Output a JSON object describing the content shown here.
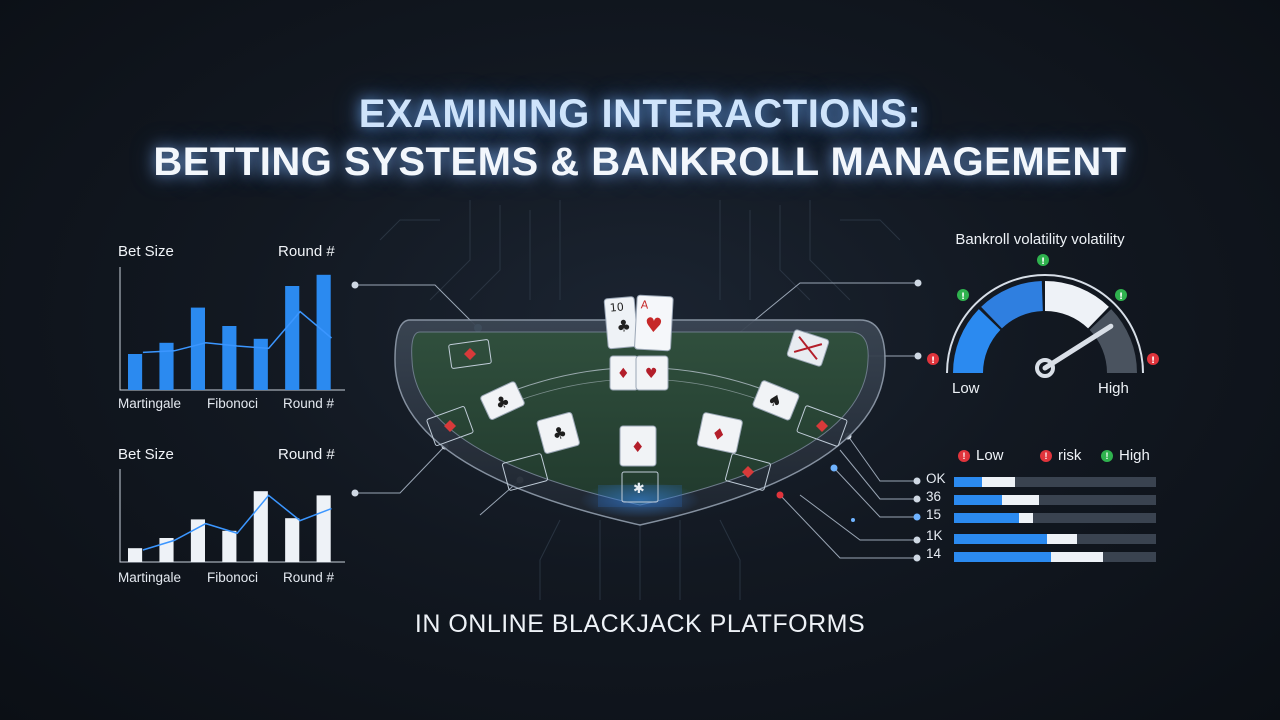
{
  "header": {
    "title_line1": "EXAMINING INTERACTIONS:",
    "title_line2": "BETTING SYSTEMS & BANKROLL MANAGEMENT",
    "subtitle": "IN ONLINE BLACKJACK PLATFORMS"
  },
  "chart_data": [
    {
      "type": "bar",
      "title": "",
      "ylabel": "Bet Size",
      "xlabel": "Round #",
      "x_tick_labels": [
        "Martingale",
        "Fibonoci",
        "Round #"
      ],
      "values": [
        4.5,
        5.9,
        10.3,
        8.0,
        6.4,
        13.0,
        14.4
      ],
      "line_values": [
        4.7,
        4.9,
        5.9,
        5.5,
        5.2,
        9.8,
        6.5
      ],
      "ylim": [
        0,
        15
      ],
      "color": "#2b8af0"
    },
    {
      "type": "bar",
      "title": "",
      "ylabel": "Bet Size",
      "xlabel": "Round #",
      "x_tick_labels": [
        "Martingale",
        "Fibonoci",
        "Round #"
      ],
      "values": [
        2.3,
        4.0,
        7.1,
        5.2,
        11.8,
        7.3,
        11.1
      ],
      "line_values": [
        2.0,
        3.6,
        6.4,
        4.8,
        11.1,
        6.9,
        8.9
      ],
      "ylim": [
        0,
        15
      ],
      "color": "#eef2f7"
    }
  ],
  "gauge": {
    "title": "Bankroll volatility volatility",
    "low_label": "Low",
    "high_label": "High",
    "needle_value": 0.82
  },
  "risk_legend": {
    "items": [
      {
        "label": "Low",
        "color": "#e0343c"
      },
      {
        "label": "risk",
        "color": "#e0343c"
      },
      {
        "label": "High",
        "color": "#2fb24e"
      }
    ]
  },
  "risk_bars": [
    {
      "label": "OK",
      "blue": 0.14,
      "white": 0.16
    },
    {
      "label": "36",
      "blue": 0.24,
      "white": 0.18
    },
    {
      "label": "15",
      "blue": 0.32,
      "white": 0.07
    },
    {
      "label": "1K",
      "blue": 0.46,
      "white": 0.15
    },
    {
      "label": "14",
      "blue": 0.48,
      "white": 0.26
    }
  ],
  "colors": {
    "accent_blue": "#2b8af0",
    "felt_green": "#2c4c3a",
    "risk_red": "#e0343c",
    "risk_green": "#2fb24e"
  }
}
